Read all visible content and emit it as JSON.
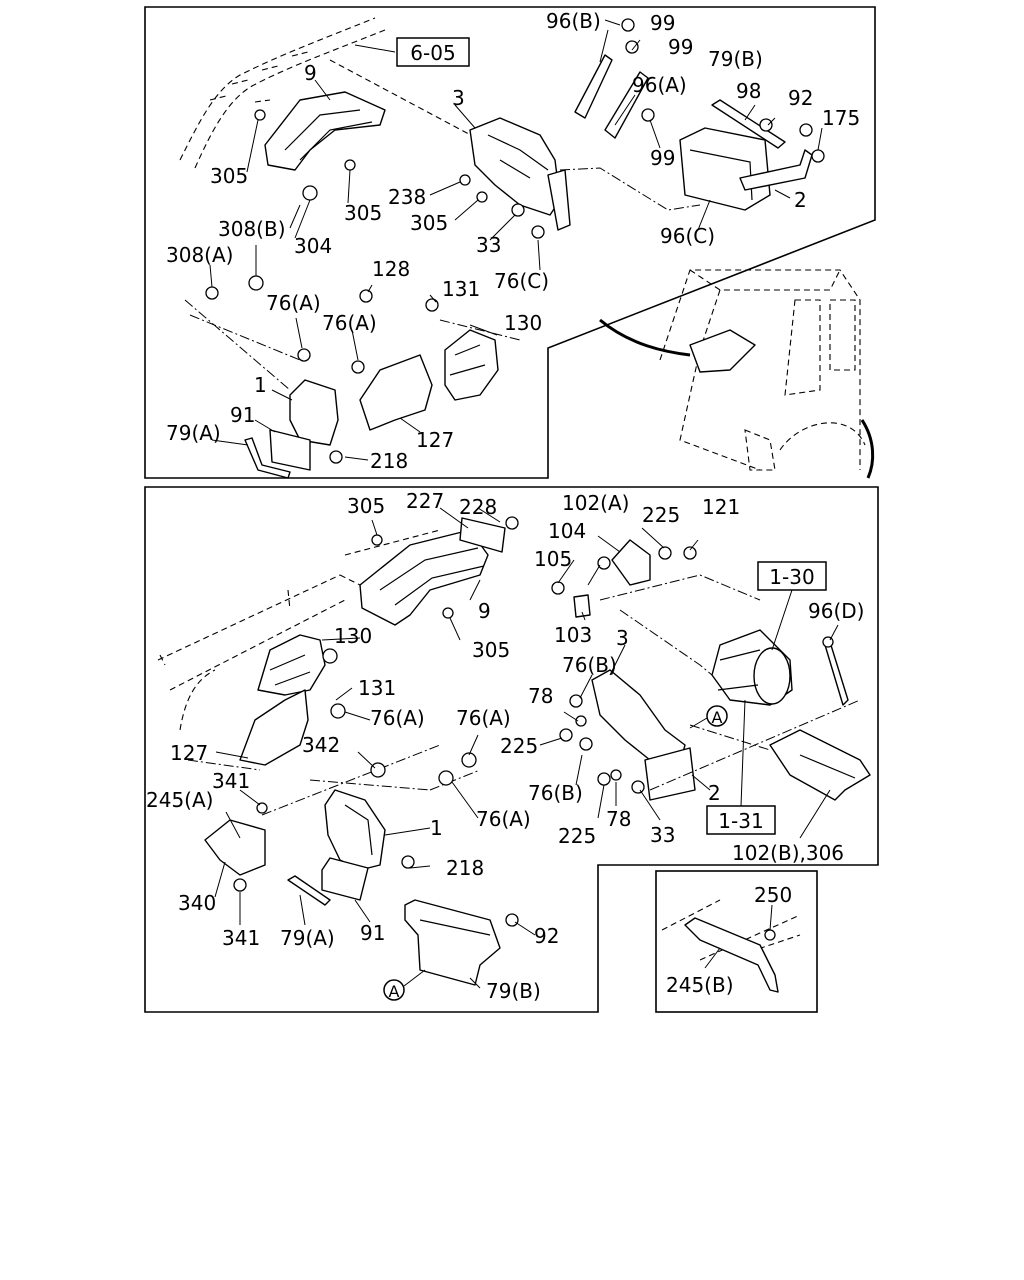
{
  "top_panel": {
    "ref_box": "6-05",
    "labels": [
      "96(B)",
      "99",
      "99",
      "79(B)",
      "96(A)",
      "98",
      "92",
      "175",
      "9",
      "3",
      "305",
      "238",
      "305",
      "305",
      "304",
      "99",
      "2",
      "96(C)",
      "33",
      "76(C)",
      "308(B)",
      "308(A)",
      "128",
      "131",
      "130",
      "76(A)",
      "76(A)",
      "1",
      "91",
      "79(A)",
      "127",
      "218"
    ]
  },
  "bottom_panel": {
    "ref_box_a": "1-30",
    "ref_box_b": "1-31",
    "circle_a": "A",
    "labels": [
      "305",
      "227",
      "228",
      "102(A)",
      "225",
      "121",
      "104",
      "105",
      "103",
      "96(D)",
      "9",
      "305",
      "130",
      "131",
      "76(A)",
      "127",
      "342",
      "76(A)",
      "3",
      "76(B)",
      "78",
      "225",
      "76(B)",
      "225",
      "78",
      "33",
      "2",
      "76(A)",
      "1",
      "341",
      "245(A)",
      "218",
      "340",
      "341",
      "79(A)",
      "91",
      "92",
      "79(B)",
      "102(B),306"
    ]
  },
  "inset_panel": {
    "labels": [
      "250",
      "245(B)"
    ]
  }
}
